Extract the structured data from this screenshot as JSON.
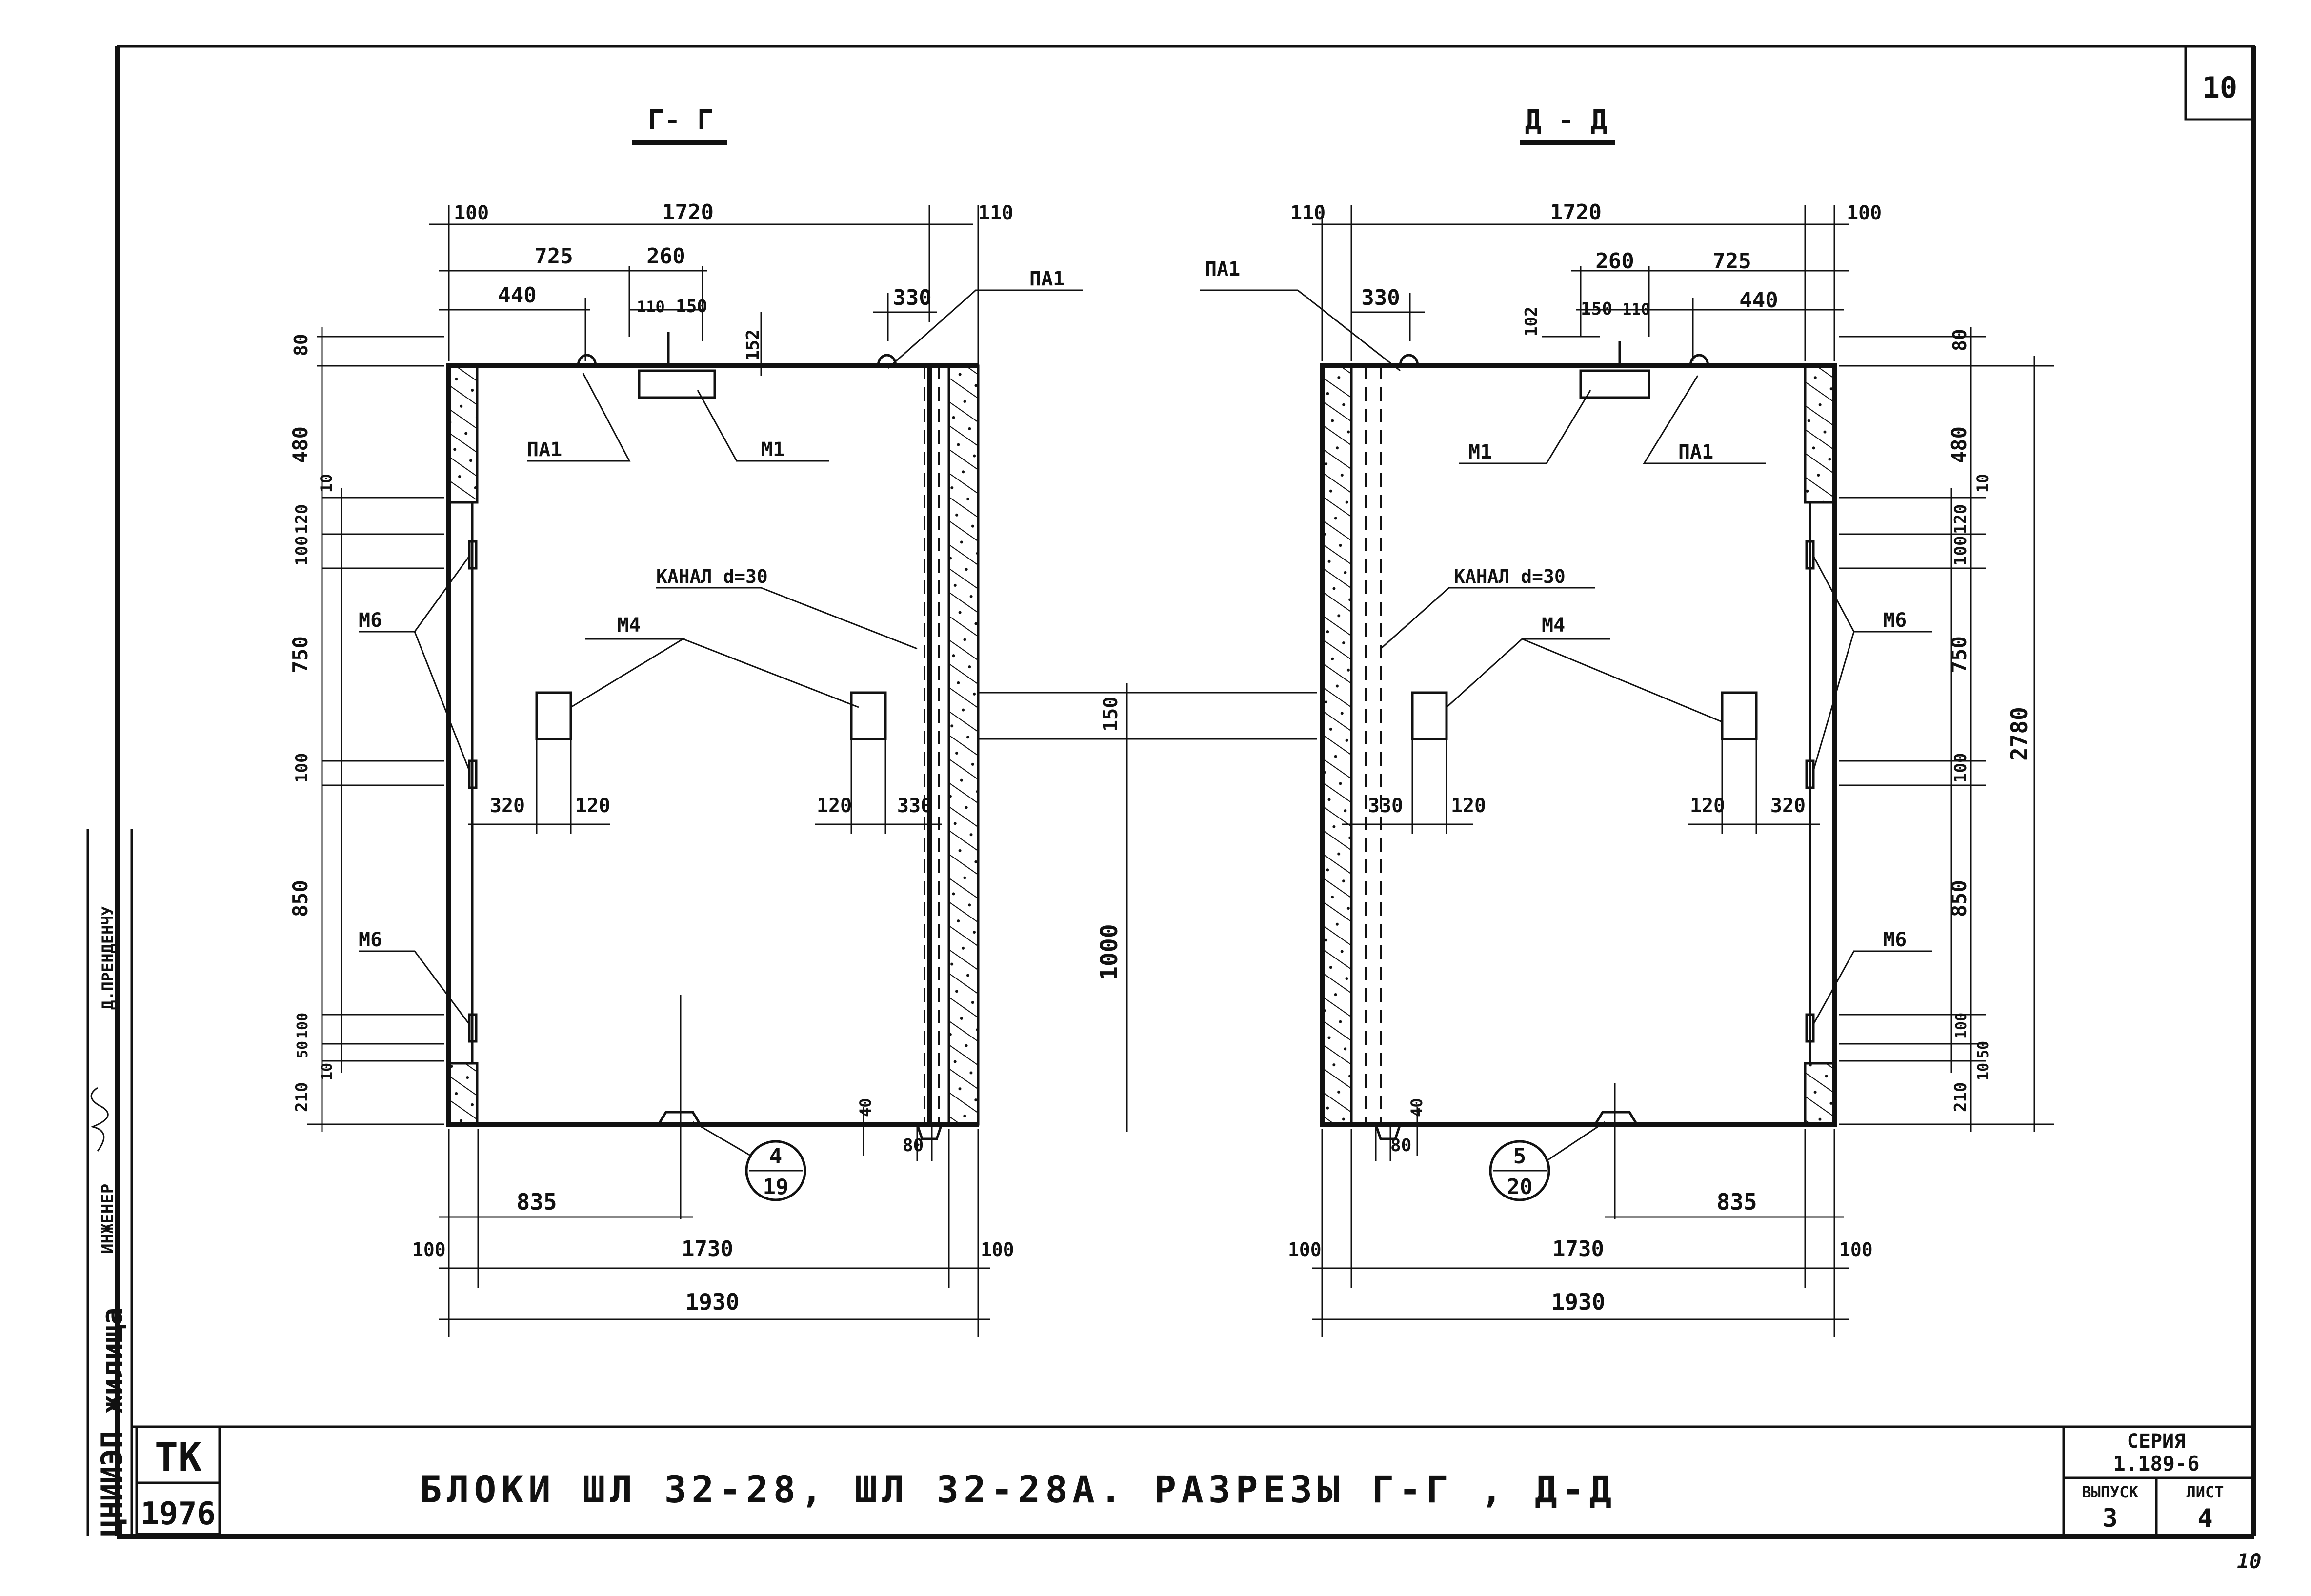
{
  "sheet": {
    "number": "10",
    "org": "ЦНИИЭП жилища",
    "role": "ИНЖЕНЕР",
    "signer": "Д.ПРЕНДЕНЧУ",
    "tk": "ТК",
    "year": "1976",
    "title": "БЛОКИ  ШЛ 32-28,  ШЛ 32-28А.   РАЗРЕЗЫ  Г-Г , Д-Д",
    "series_label": "СЕРИЯ",
    "series_value": "1.189-6",
    "issue_label": "ВЫПУСК",
    "issue_value": "3",
    "sheet_label": "ЛИСТ",
    "sheet_value": "4",
    "corner_mark": "10"
  },
  "sections": {
    "left_title": "Г- Г",
    "right_title": "Д - Д"
  },
  "labels": {
    "pa1": "ПА1",
    "m1": "М1",
    "m4": "М4",
    "m6": "М6",
    "kanal": "КАНАЛ d=30",
    "ref_left_top": "4",
    "ref_left_bot": "19",
    "ref_right_top": "5",
    "ref_right_bot": "20"
  },
  "dims": {
    "d100": "100",
    "d1720": "1720",
    "d110": "110",
    "d725": "725",
    "d260": "260",
    "d440": "440",
    "d150": "150",
    "d330": "330",
    "d152": "152",
    "d80": "80",
    "d480": "480",
    "d10": "10",
    "d120": "120",
    "d750": "750",
    "d850": "850",
    "d50": "50",
    "d210": "210",
    "d320": "320",
    "d1000": "1000",
    "d2780": "2780",
    "d40": "40",
    "d835": "835",
    "d1730": "1730",
    "d1930": "1930",
    "d102": "102"
  }
}
